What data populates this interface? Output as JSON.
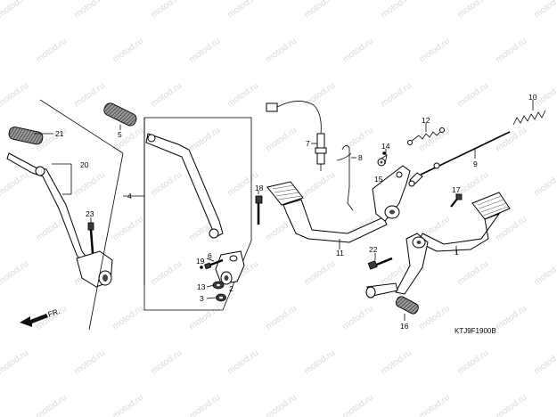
{
  "watermark": "motod.ru",
  "diagram_code": "KTJ9F1900B",
  "direction_label": "FR.",
  "callouts": [
    "1",
    "2",
    "3",
    "4",
    "5",
    "6",
    "7",
    "8",
    "9",
    "10",
    "11",
    "12",
    "13",
    "14",
    "15",
    "16",
    "17",
    "18",
    "19",
    "20",
    "21",
    "22",
    "23"
  ]
}
